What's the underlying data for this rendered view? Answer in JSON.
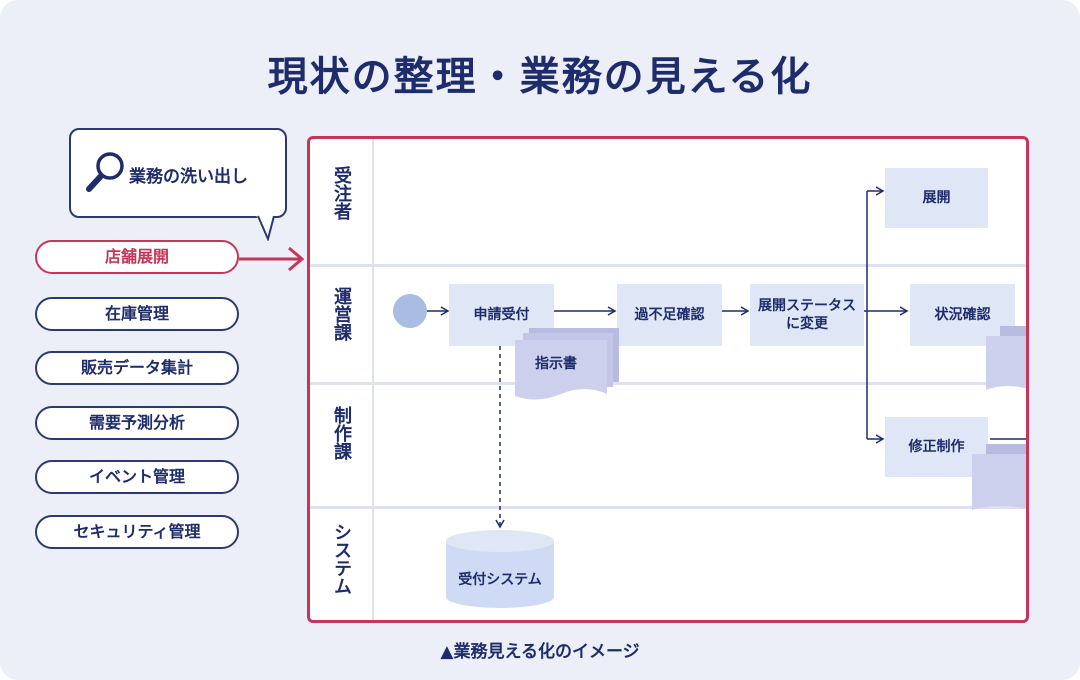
{
  "title": "現状の整理・業務の見える化",
  "bubble": {
    "icon": "search-icon",
    "label": "業務の洗い出し"
  },
  "menu": {
    "items": [
      {
        "label": "店舗展開",
        "active": true
      },
      {
        "label": "在庫管理"
      },
      {
        "label": "販売データ集計"
      },
      {
        "label": "需要予測分析"
      },
      {
        "label": "イベント管理"
      },
      {
        "label": "セキュリティ管理"
      }
    ]
  },
  "lanes": [
    "受注者",
    "運営課",
    "制作課",
    "システム"
  ],
  "nodes": {
    "shinsei": "申請受付",
    "kafusoku": "過不足確認",
    "status_line1": "展開ステータス",
    "status_line2": "に変更",
    "tenkai": "展開",
    "jokyo": "状況確認",
    "shusei": "修正制作",
    "shijisho": "指示書",
    "system": "受付システム"
  },
  "caption": "▲業務見える化のイメージ",
  "colors": {
    "accent": "#c8355a",
    "navy": "#1e2c6b",
    "box": "#dfe7f7",
    "doc": "#c9cbe8"
  }
}
